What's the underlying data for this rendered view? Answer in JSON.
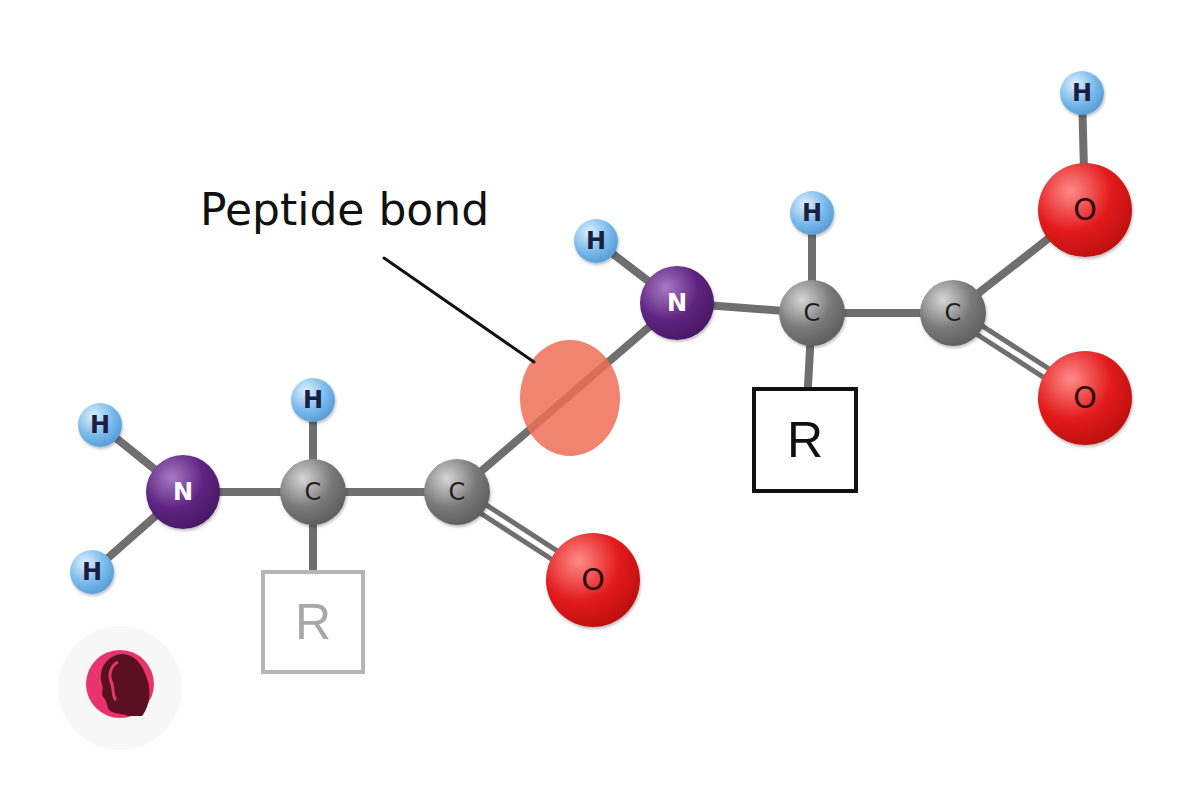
{
  "diagram": {
    "nodes": [
      {
        "text": [
          "H"
        ]
      },
      {
        "text": [
          "H"
        ]
      },
      {
        "text": [
          "N"
        ]
      },
      {
        "text": [
          "H"
        ]
      },
      {
        "text": [
          "C"
        ]
      },
      {
        "text": [
          "R"
        ]
      },
      {
        "text": [
          "C"
        ]
      },
      {
        "text": [
          "O"
        ]
      },
      {
        "text": [
          "H"
        ]
      },
      {
        "text": [
          "N"
        ]
      },
      {
        "text": [
          "H"
        ]
      },
      {
        "text": [
          "C"
        ]
      },
      {
        "text": [
          "R"
        ]
      },
      {
        "text": [
          "C"
        ]
      },
      {
        "text": [
          "H"
        ]
      },
      {
        "text": [
          "O"
        ]
      },
      {
        "text": [
          "O"
        ]
      }
    ],
    "edges": [
      {
        "from": 0,
        "to": 2,
        "arrow": "none"
      },
      {
        "from": 1,
        "to": 2,
        "arrow": "none"
      },
      {
        "from": 2,
        "to": 4,
        "arrow": "none"
      },
      {
        "from": 4,
        "to": 3,
        "arrow": "none"
      },
      {
        "from": 4,
        "to": 5,
        "arrow": "none"
      },
      {
        "from": 4,
        "to": 6,
        "arrow": "none"
      },
      {
        "from": 6,
        "to": 7,
        "arrow": "none"
      },
      {
        "from": 6,
        "to": 9,
        "arrow": "none"
      },
      {
        "from": 9,
        "to": 8,
        "arrow": "none"
      },
      {
        "from": 9,
        "to": 11,
        "arrow": "none"
      },
      {
        "from": 11,
        "to": 10,
        "arrow": "none"
      },
      {
        "from": 11,
        "to": 12,
        "arrow": "none"
      },
      {
        "from": 11,
        "to": 13,
        "arrow": "none"
      },
      {
        "from": 13,
        "to": 15,
        "arrow": "none"
      },
      {
        "from": 13,
        "to": 16,
        "arrow": "none"
      },
      {
        "from": 15,
        "to": 14,
        "arrow": "none"
      }
    ],
    "labels": [
      "Peptide bond"
    ]
  }
}
